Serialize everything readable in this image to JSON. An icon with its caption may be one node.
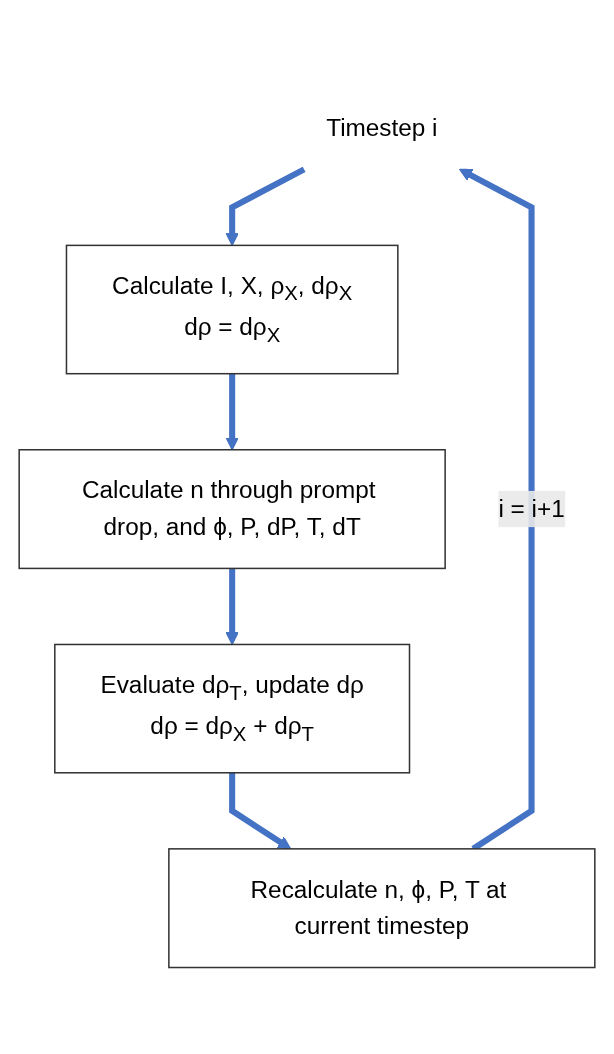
{
  "diagram": {
    "nodes": [
      {
        "text": [
          "Timestep i"
        ]
      },
      {
        "text": [
          "Calculate I, X, ρ$_{X}$, dρ$_{X}$",
          "dρ = dρ$_{X}$"
        ]
      },
      {
        "text": [
          "Calculate n through prompt drop, and ϕ, P, dP, T, dT"
        ]
      },
      {
        "text": [
          "Evaluate dρ$_{T}$, update dρ",
          "dρ = dρ$_{X}$ + dρ$_{T}$"
        ]
      },
      {
        "text": [
          "Recalculate n, ϕ, P, T at current timestep"
        ]
      }
    ],
    "edges": [
      {
        "from": 0,
        "to": 1,
        "arrow": "to"
      },
      {
        "from": 1,
        "to": 2,
        "arrow": "to"
      },
      {
        "from": 2,
        "to": 3,
        "arrow": "to"
      },
      {
        "from": 3,
        "to": 4,
        "arrow": "to"
      },
      {
        "from": 4,
        "to": 0,
        "arrow": "to",
        "label": "i = i+1"
      }
    ]
  }
}
